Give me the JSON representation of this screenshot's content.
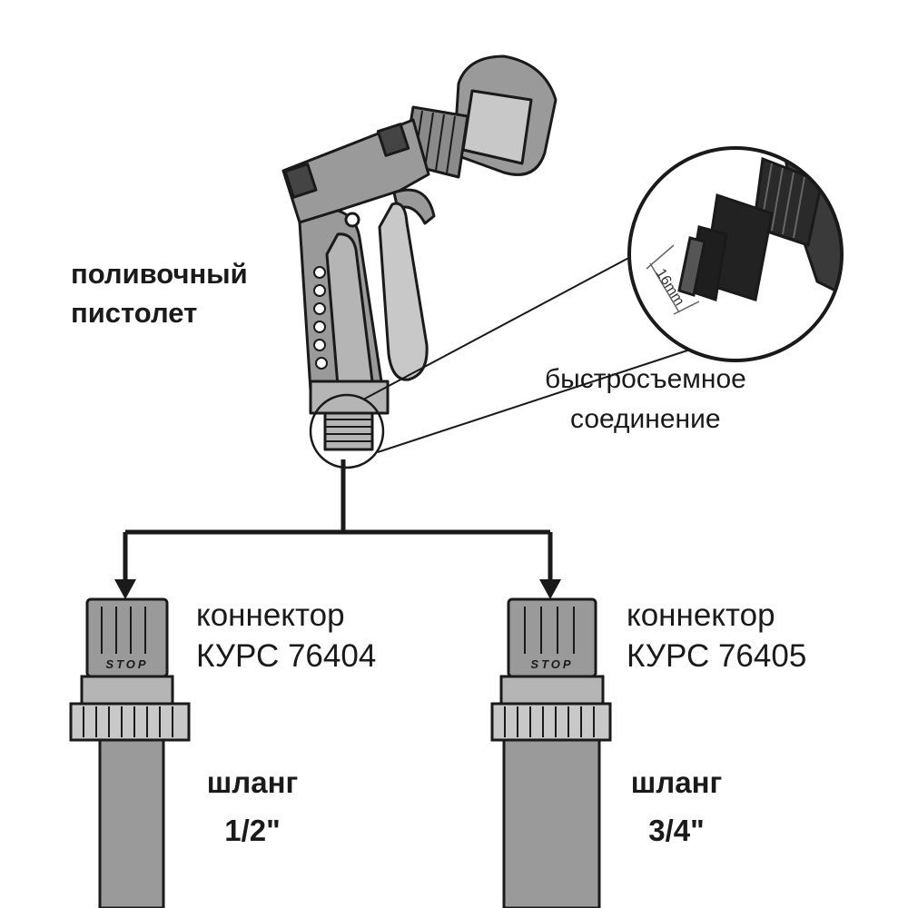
{
  "labels": {
    "gun": [
      "поливочный",
      "пистолет"
    ],
    "quick_connect": [
      "быстросъемное",
      "соединение"
    ],
    "detail_dimension": "16mm",
    "connector_left": [
      "коннектор",
      "КУРС 76404"
    ],
    "connector_right": [
      "коннектор",
      "КУРС 76405"
    ],
    "stop_mark": "STOP",
    "hose_left": [
      "шланг",
      "1/2\""
    ],
    "hose_right": [
      "шланг",
      "3/4\""
    ]
  },
  "colors": {
    "outline": "#1a1a1a",
    "body_gray": "#9a9a9a",
    "light_gray": "#c8c8c8",
    "dark_gray": "#555555"
  },
  "icons": [
    "spray-gun-icon",
    "quick-connector-icon",
    "hose-connector-icon",
    "arrow-down-icon"
  ]
}
